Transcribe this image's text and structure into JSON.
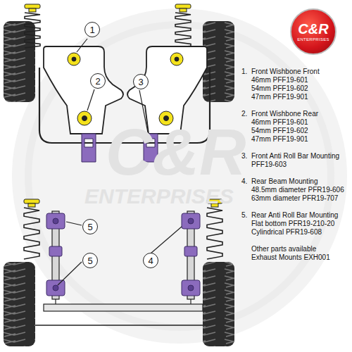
{
  "diagram": {
    "nodes": [
      {
        "text": [
          "1"
        ]
      },
      {
        "text": [
          "2"
        ]
      },
      {
        "text": [
          "3"
        ]
      },
      {
        "text": [
          "C&R",
          "ENTERPRISES"
        ]
      },
      {
        "text": [
          "5"
        ]
      },
      {
        "text": [
          "5"
        ]
      },
      {
        "text": [
          "4"
        ]
      }
    ],
    "labels": [
      "1.",
      "Front Wishbone Front",
      "46mm PFF19-601",
      "54mm PFF19-602",
      "47mm PFF19-901",
      "2.",
      "Front Wishbone Rear",
      "46mm PFF19-601",
      "54mm PFF19-602",
      "47mm PFF19-901",
      "3.",
      "Front Anti Roll Bar Mounting",
      "PFF19-603",
      "4.",
      "Rear Beam Mounting",
      "48.5mm diameter PFR19-606",
      "63mm diameter PFR19-707",
      "5.",
      "Rear Anti Roll Bar Mounting",
      "Flat bottom PFR19-210-20",
      "Cylindrical PFR19-608",
      "Other parts available",
      "Exhaust Mounts EXH001",
      "C&R",
      "ENTERPRISES"
    ]
  }
}
